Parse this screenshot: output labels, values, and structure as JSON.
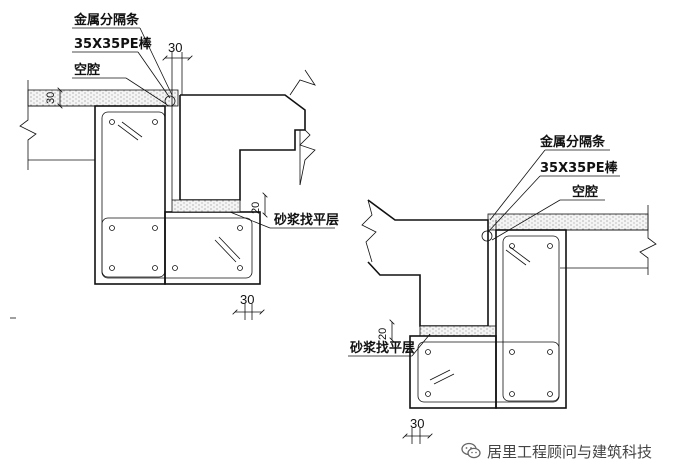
{
  "labels": {
    "divider": "金属分隔条",
    "pe_rod": "35X35PE棒",
    "cavity": "空腔",
    "mortar": "砂浆找平层"
  },
  "dims": {
    "d30": "30",
    "d20": "20"
  },
  "watermark": {
    "text": "居里工程顾问与建筑科技",
    "icon": "wechat-icon"
  }
}
